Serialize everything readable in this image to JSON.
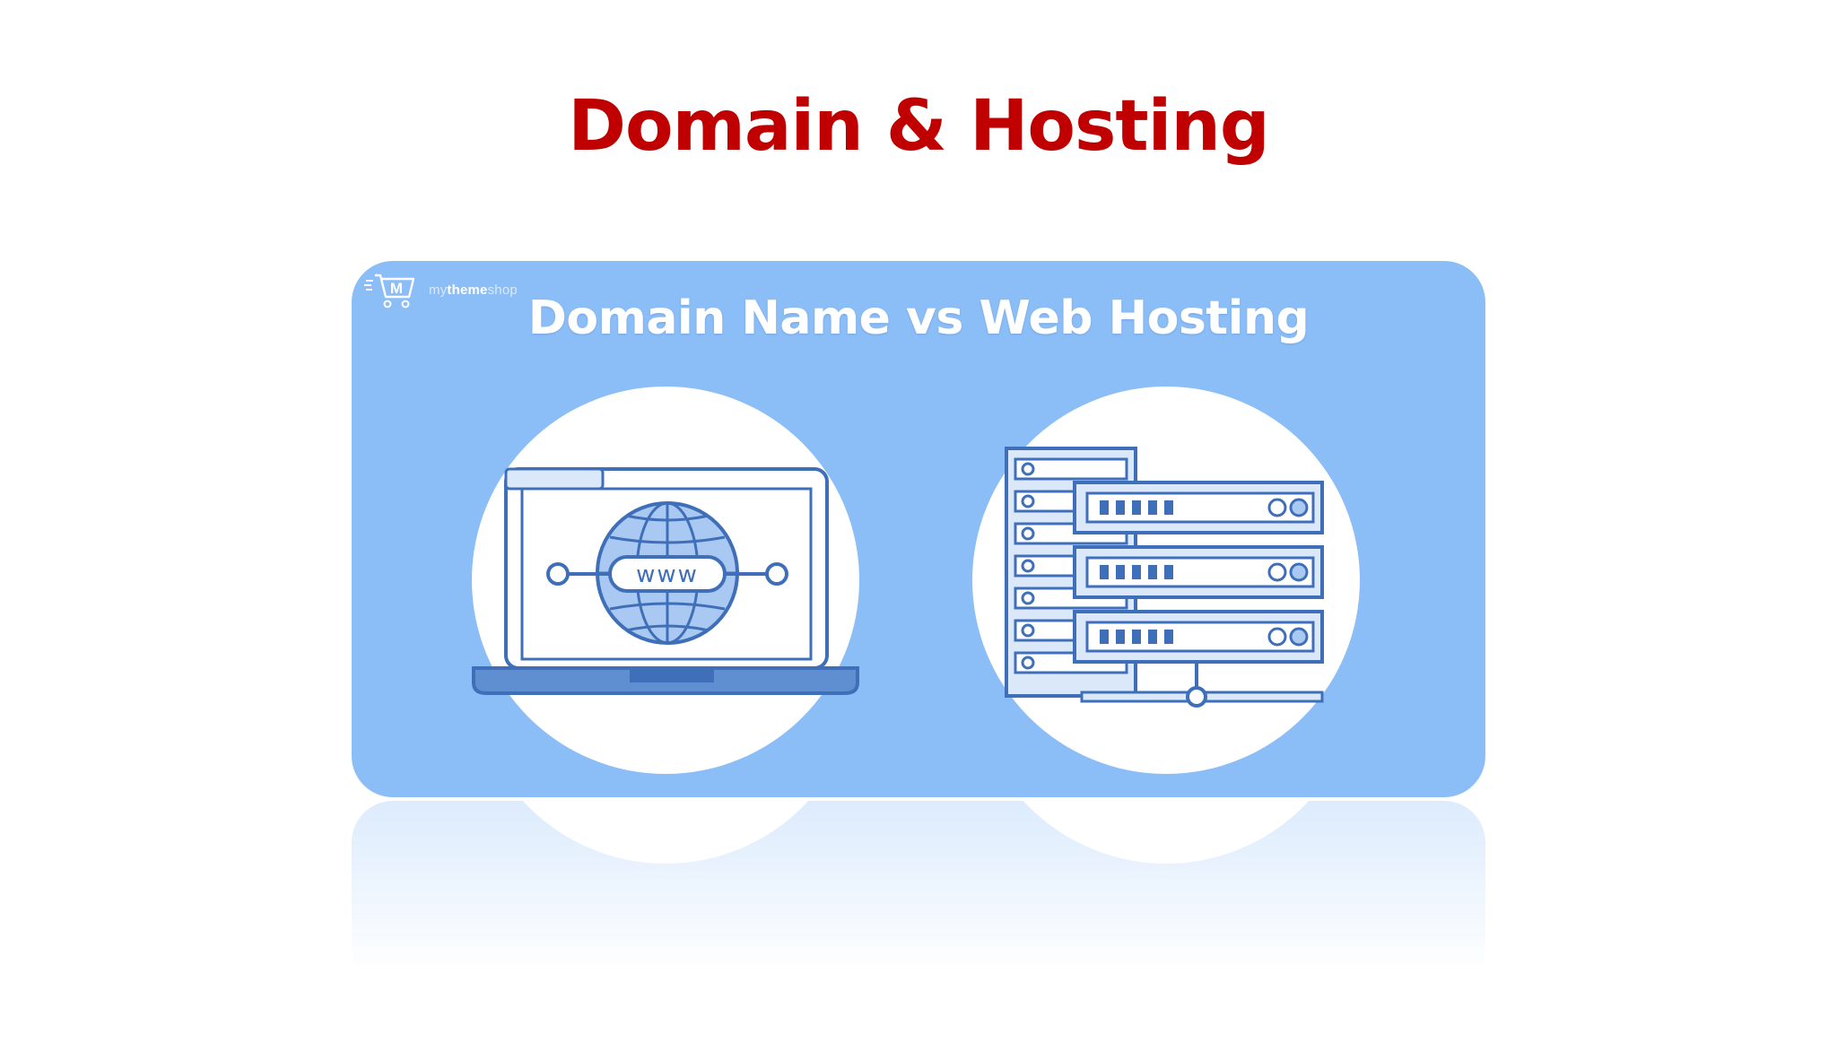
{
  "slide": {
    "title": "Domain & Hosting"
  },
  "card": {
    "title": "Domain Name vs Web Hosting",
    "logo": {
      "mark": "M",
      "brand_parts": [
        "my",
        "theme",
        "shop"
      ]
    },
    "domain_illustration": {
      "icon": "laptop-globe-icon",
      "url_label": "www"
    },
    "hosting_illustration": {
      "icon": "server-rack-icon"
    }
  },
  "colors": {
    "title_red": "#c00000",
    "card_blue": "#8bbdf7",
    "line_blue": "#3f6fb8",
    "fill_light_blue": "#dbe8fa",
    "white": "#ffffff"
  }
}
